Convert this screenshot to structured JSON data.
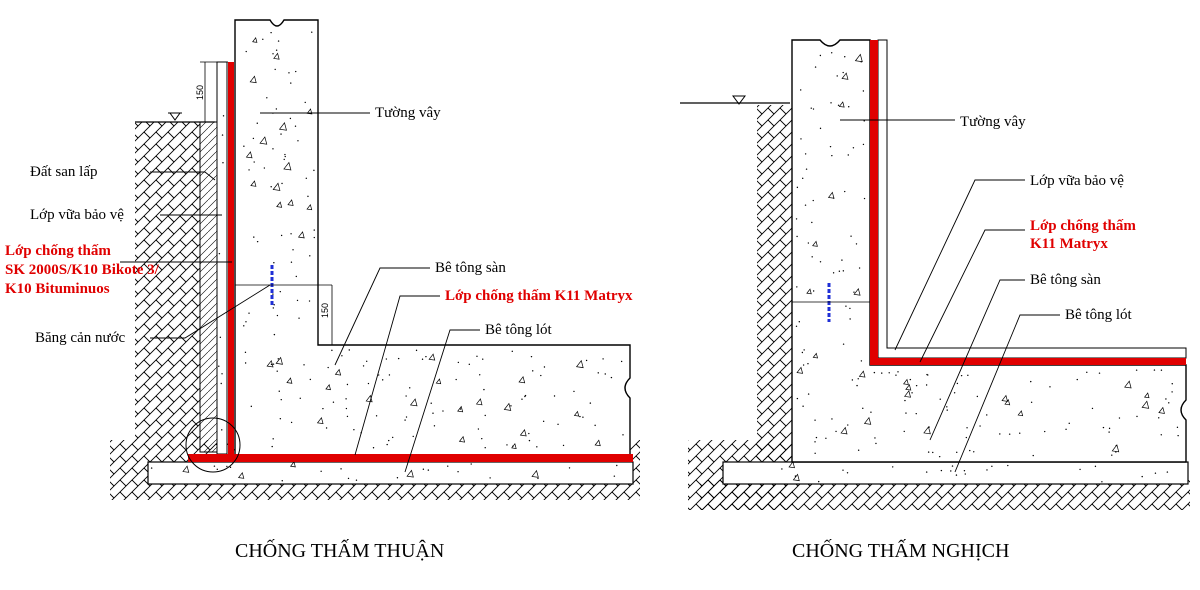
{
  "left_diagram": {
    "caption": "CHỐNG THẤM THUẬN",
    "labels": {
      "tuong_vay": "Tường vây",
      "dat_san_lap": "Đất san lấp",
      "lop_vua_bao_ve": "Lớp vữa bảo vệ",
      "lop_chong_tham_line1": "Lớp chống thấm",
      "lop_chong_tham_line2": "SK 2000S/K10 Bikote 3/",
      "lop_chong_tham_line3": "K10 Bituminuos",
      "bang_can_nuoc": "Băng cản nước",
      "be_tong_san": "Bê tông sàn",
      "lop_chong_tham_k11": "Lớp chống thấm  K11 Matryx",
      "be_tong_lot": "Bê tông lót"
    },
    "dimensions": {
      "top": "150",
      "slab": "150"
    }
  },
  "right_diagram": {
    "caption": "CHỐNG THẤM NGHỊCH",
    "labels": {
      "tuong_vay": "Tường vây",
      "lop_vua_bao_ve": "Lớp vữa bảo vệ",
      "lop_chong_tham_line1": "Lớp chống thấm",
      "lop_chong_tham_line2": "K11 Matryx",
      "be_tong_san": "Bê tông sàn",
      "be_tong_lot": "Bê tông lót"
    }
  },
  "colors": {
    "membrane": "#e00000",
    "water_stop": "#1f2fd6",
    "line": "#000000",
    "concrete": "#ffffff"
  }
}
